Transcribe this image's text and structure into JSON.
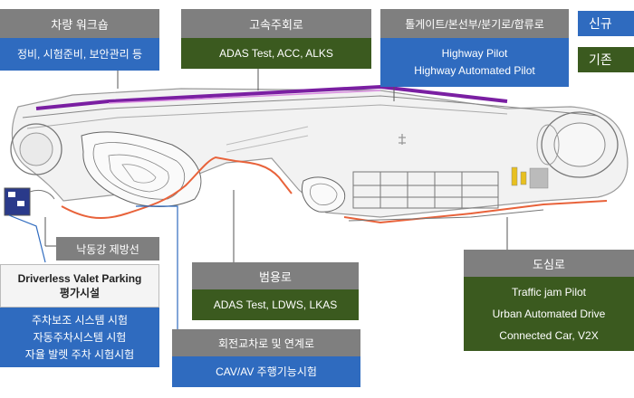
{
  "workshop": {
    "title": "차량 워크숍",
    "desc": "정비, 시험준비, 보안관리 등"
  },
  "highway": {
    "title": "고속주회로",
    "desc": "ADAS Test, ACC, ALKS"
  },
  "tollgate": {
    "title": "톨게이트/본선부/분기로/합류로",
    "items": [
      "Highway Pilot",
      "Highway Automated Pilot"
    ]
  },
  "legend": {
    "new_label": "신규",
    "existing_label": "기존"
  },
  "nakdong": {
    "title": "낙동강 제방선"
  },
  "valet": {
    "title": "Driverless Valet Parking\n평가시설",
    "items": [
      "주차보조 시스템 시험",
      "자동주차시스템 시험",
      "자율 발렛 주차 시험시험"
    ]
  },
  "general": {
    "title": "범용로",
    "desc": "ADAS Test, LDWS, LKAS"
  },
  "roundabout": {
    "title": "회전교차로 및 연계로",
    "desc": "CAV/AV 주행기능시험"
  },
  "urban": {
    "title": "도심로",
    "items": [
      "Traffic jam Pilot",
      "Urban Automated Drive",
      "Connected Car, V2X"
    ]
  },
  "colors": {
    "header_gray": "#7f7f7f",
    "existing_green": "#3b5a1f",
    "new_blue": "#2f6bbf",
    "track_purple": "#7a1fa2",
    "track_orange": "#e8623a"
  }
}
